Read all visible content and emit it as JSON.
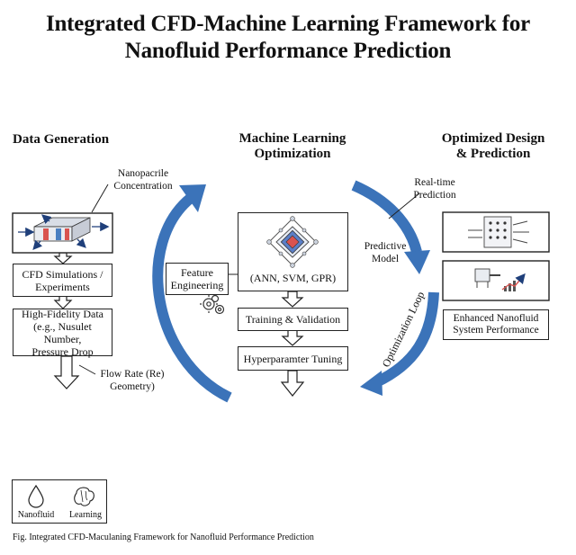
{
  "title": {
    "line1": "Integrated CFD-Machine Learning Framework for",
    "line2": "Nanofluid Performance Prediction"
  },
  "columns": {
    "left": "Data Generation",
    "center_line1": "Machine Learning",
    "center_line2": "Optimization",
    "right_line1": "Optimized Design",
    "right_line2": "& Prediction"
  },
  "left": {
    "nanoparticle_label_line1": "Nanopacrile",
    "nanoparticle_label_line2": "Concentration",
    "cfd_line1": "CFD Simulations /",
    "cfd_line2": "Experiments",
    "hifi_line1": "High-Fidelity Data",
    "hifi_line2": "(e.g., Nusulet Number,",
    "hifi_line3": "Pressure Drop",
    "flow_line1": "Flow Rate (Re)",
    "flow_line2": "Geometry)"
  },
  "center": {
    "feature_line1": "Feature",
    "feature_line2": "Engineering",
    "models": "(ANN, SVM, GPR)",
    "training": "Training & Validation",
    "tuning": "Hyperparamter Tuning"
  },
  "right": {
    "realtime_line1": "Real-time",
    "realtime_line2": "Prediction",
    "predictive_line1": "Predictive",
    "predictive_line2": "Model",
    "loop": "Optimization Loop",
    "enhanced_line1": "Enhanced Nanofluid",
    "enhanced_line2": "System Performance"
  },
  "legend": {
    "nanofluid": "Nanofluid",
    "learning": "Learning"
  },
  "caption": "Fig. Integrated CFD-Maculaning Framework for Nanofluid Performance Prediction",
  "colors": {
    "arrow_blue": "#3b73b9",
    "arrow_blue_dark": "#2a5a9a",
    "stroke": "#222222"
  }
}
